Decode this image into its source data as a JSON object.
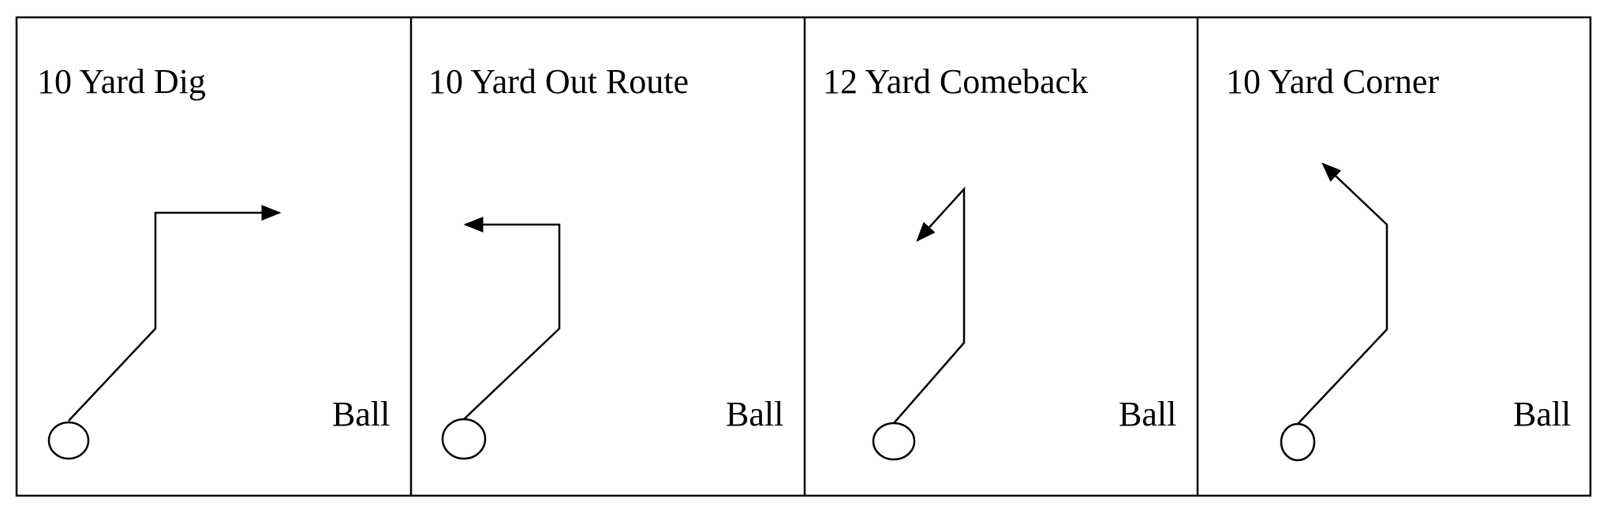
{
  "colors": {
    "background": "#ffffff",
    "line": "#000000"
  },
  "icons": {
    "player": "circle",
    "route_end": "arrow-head"
  },
  "panels": [
    {
      "title": "10 Yard Dig",
      "ball_label": "Ball",
      "route": "dig"
    },
    {
      "title": "10 Yard Out Route",
      "ball_label": "Ball",
      "route": "out"
    },
    {
      "title": "12 Yard Comeback",
      "ball_label": "Ball",
      "route": "comeback"
    },
    {
      "title": "10 Yard Corner",
      "ball_label": "Ball",
      "route": "corner"
    }
  ]
}
